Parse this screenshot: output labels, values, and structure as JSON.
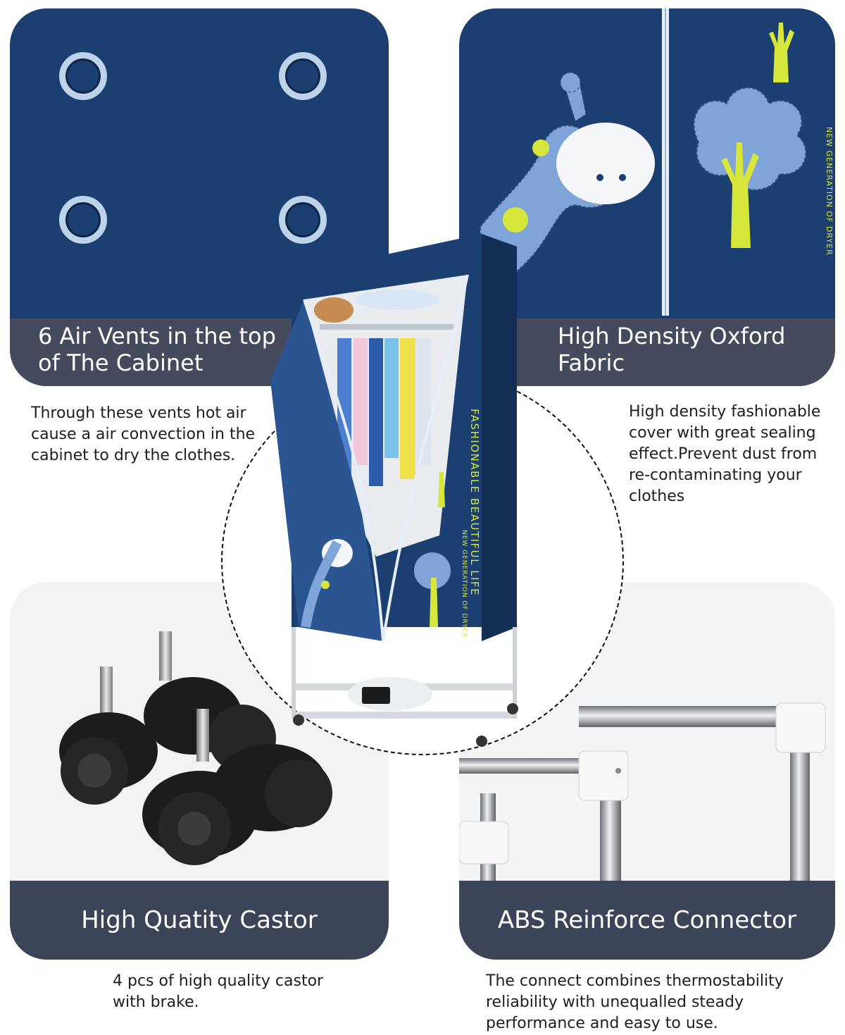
{
  "panels": {
    "vents": {
      "caption": "6 Air Vents in the top of The Cabinet",
      "description": "Through these vents hot air cause a air convection in the cabinet to dry the clothes."
    },
    "fabric": {
      "caption": "High Density Oxford Fabric",
      "description": "High density fashionable cover with great sealing effect.Prevent dust from re-contaminating your clothes",
      "print_text": "NEW GENERATION OF DRYER"
    },
    "castor": {
      "caption": "High Quatity Castor",
      "description": "4 pcs of high quality castor with brake."
    },
    "connector": {
      "caption": "ABS Reinforce Connector",
      "description": "The connect combines thermostability reliability with unequalled steady performance and easy to use."
    }
  },
  "product": {
    "cover_text_main": "FASHIONABLE BEAUTIFUL LIFE",
    "cover_text_sub": "NEW GENERATION OF DRYER"
  },
  "colors": {
    "navy": "#1b3f70",
    "caption_bar": "#454b5c",
    "accent_yellow": "#d7e63a",
    "light_blue": "#7fa4d8"
  }
}
